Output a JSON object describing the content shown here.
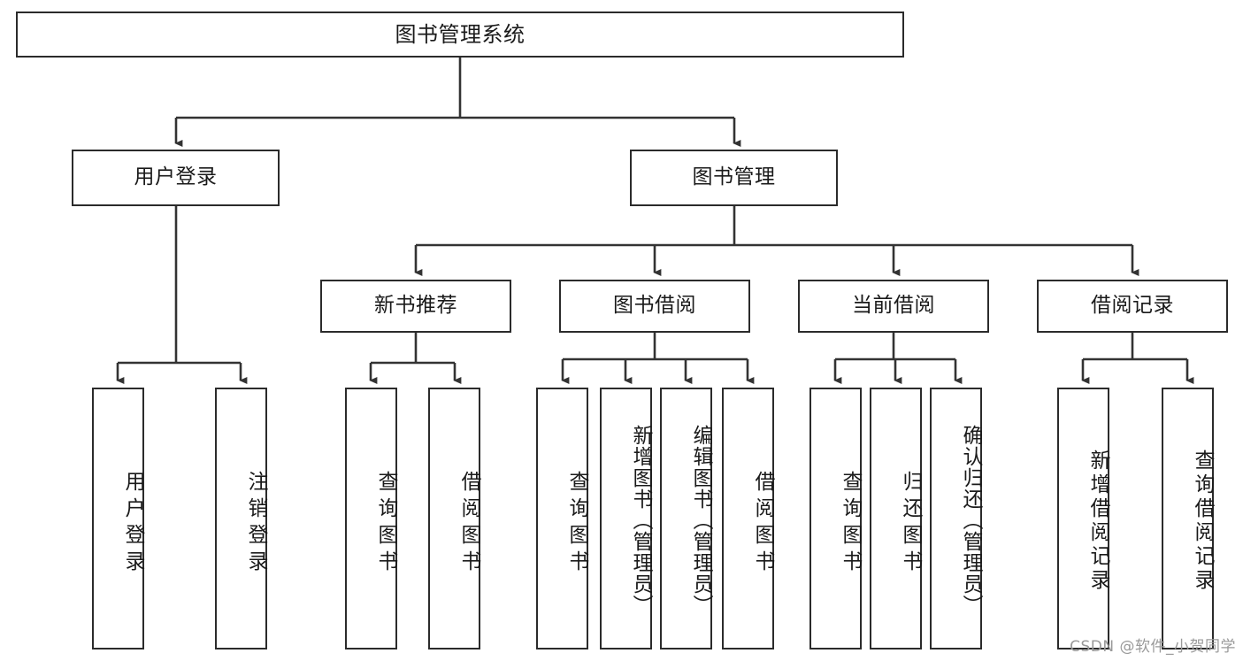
{
  "diagram": {
    "type": "hierarchy-tree",
    "title": "图书管理系统",
    "watermark": "CSDN @软件_小贺同学",
    "colors": {
      "box_border": "#2b2b2b",
      "box_fill": "#ffffff",
      "connector": "#333333",
      "text": "#1a1a1a",
      "watermark": "#9a9a9a"
    },
    "levels": {
      "level1": [
        {
          "id": "root",
          "label": "图书管理系统"
        }
      ],
      "level2": [
        {
          "id": "user-login",
          "label": "用户登录"
        },
        {
          "id": "book-management",
          "label": "图书管理"
        }
      ],
      "level3": [
        {
          "id": "new-book-recommend",
          "label": "新书推荐",
          "parent": "book-management"
        },
        {
          "id": "book-borrow",
          "label": "图书借阅",
          "parent": "book-management"
        },
        {
          "id": "current-borrow",
          "label": "当前借阅",
          "parent": "book-management"
        },
        {
          "id": "borrow-record",
          "label": "借阅记录",
          "parent": "book-management"
        }
      ],
      "level4": [
        {
          "id": "leaf-user-login",
          "label": "用户登录",
          "parent": "user-login"
        },
        {
          "id": "leaf-logout",
          "label": "注销登录",
          "parent": "user-login"
        },
        {
          "id": "leaf-query-book-1",
          "label": "查询图书",
          "parent": "new-book-recommend"
        },
        {
          "id": "leaf-borrow-book-1",
          "label": "借阅图书",
          "parent": "new-book-recommend"
        },
        {
          "id": "leaf-query-book-2",
          "label": "查询图书",
          "parent": "book-borrow"
        },
        {
          "id": "leaf-add-book",
          "label": "新增图书（管理员）",
          "parent": "book-borrow"
        },
        {
          "id": "leaf-edit-book",
          "label": "编辑图书（管理员）",
          "parent": "book-borrow"
        },
        {
          "id": "leaf-borrow-book-2",
          "label": "借阅图书",
          "parent": "book-borrow"
        },
        {
          "id": "leaf-query-book-3",
          "label": "查询图书",
          "parent": "current-borrow"
        },
        {
          "id": "leaf-return-book",
          "label": "归还图书",
          "parent": "current-borrow"
        },
        {
          "id": "leaf-confirm-return",
          "label": "确认归还（管理员）",
          "parent": "current-borrow"
        },
        {
          "id": "leaf-add-record",
          "label": "新增借阅记录",
          "parent": "borrow-record"
        },
        {
          "id": "leaf-query-record",
          "label": "查询借阅记录",
          "parent": "borrow-record"
        }
      ]
    }
  }
}
